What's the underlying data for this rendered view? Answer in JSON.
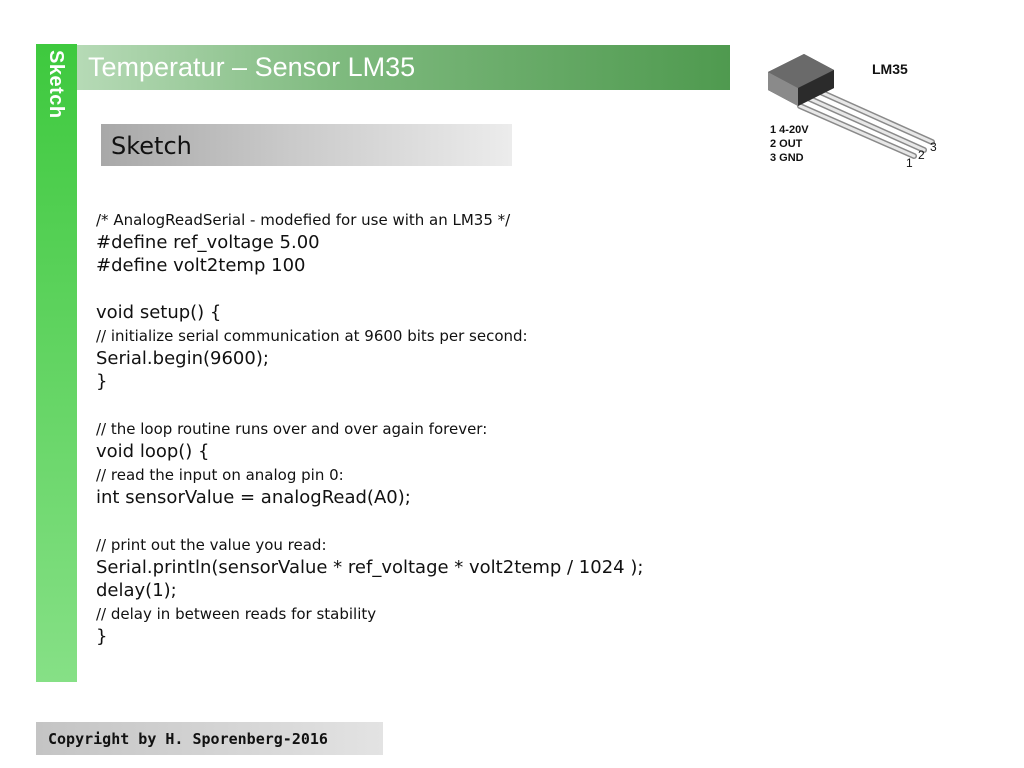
{
  "side_label": "Sketch",
  "title": "Temperatur – Sensor LM35",
  "subtitle": "Sketch",
  "code_lines": [
    {
      "text": "/* AnalogReadSerial - modefied for use with an LM35 */",
      "style": "c"
    },
    {
      "text": "#define ref_voltage 5.00",
      "style": "k"
    },
    {
      "text": "#define volt2temp 100",
      "style": "k"
    },
    {
      "text": "",
      "style": "blank"
    },
    {
      "text": "void setup() {",
      "style": "k"
    },
    {
      "text": "// initialize serial communication at 9600 bits per second:",
      "style": "c"
    },
    {
      "text": "Serial.begin(9600);",
      "style": "k"
    },
    {
      "text": "}",
      "style": "k"
    },
    {
      "text": "",
      "style": "blank"
    },
    {
      "text": "// the loop routine runs over and over again forever:",
      "style": "c"
    },
    {
      "text": "void loop() {",
      "style": "k"
    },
    {
      "text": "// read the input on analog pin 0:",
      "style": "c"
    },
    {
      "text": "int sensorValue = analogRead(A0);",
      "style": "k"
    },
    {
      "text": "",
      "style": "blank"
    },
    {
      "text": "// print out the value you read:",
      "style": "c"
    },
    {
      "text": "Serial.println(sensorValue * ref_voltage * volt2temp / 1024 );",
      "style": "k"
    },
    {
      "text": "delay(1);",
      "style": "k"
    },
    {
      "text": "// delay in between reads for stability",
      "style": "c"
    },
    {
      "text": "}",
      "style": "k"
    }
  ],
  "sensor": {
    "name": "LM35",
    "pins": [
      "1 4-20V",
      "2 OUT",
      "3 GND"
    ],
    "pin_numbers": [
      "1",
      "2",
      "3"
    ]
  },
  "copyright": "Copyright by H. Sporenberg-2016",
  "colors": {
    "side_bar": "#3ec93e",
    "title_bar": "#4f9a4f",
    "sub_box": "#c9c9c9"
  }
}
